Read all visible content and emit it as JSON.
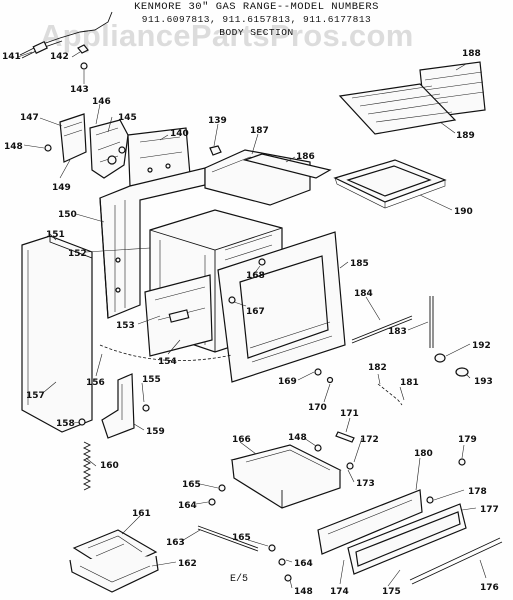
{
  "header": {
    "title": "KENMORE 30\" GAS RANGE--MODEL NUMBERS",
    "models": "911.6097813, 911.6157813, 911.6177813",
    "section": "BODY SECTION"
  },
  "watermark": "AppliancePartsPros.com",
  "footer": "E/5",
  "labels": {
    "p141": "141",
    "p142": "142",
    "p143": "143",
    "p145": "145",
    "p146": "146",
    "p147": "147",
    "p148a": "148",
    "p149": "149",
    "p140": "140",
    "p139": "139",
    "p187": "187",
    "p186": "186",
    "p188": "188",
    "p189": "189",
    "p190": "190",
    "p150": "150",
    "p151": "151",
    "p152": "152",
    "p168": "168",
    "p185": "185",
    "p167": "167",
    "p153": "153",
    "p154": "154",
    "p184": "184",
    "p183": "183",
    "p156": "156",
    "p157": "157",
    "p155": "155",
    "p169": "169",
    "p170": "170",
    "p182": "182",
    "p181": "181",
    "p192": "192",
    "p193": "193",
    "p158": "158",
    "p159": "159",
    "p171": "171",
    "p166": "166",
    "p148b": "148",
    "p172": "172",
    "p179": "179",
    "p160": "160",
    "p173": "173",
    "p180": "180",
    "p165a": "165",
    "p164a": "164",
    "p178": "178",
    "p177": "177",
    "p161": "161",
    "p163": "163",
    "p165b": "165",
    "p162": "162",
    "p164b": "164",
    "p148c": "148",
    "p174": "174",
    "p175": "175",
    "p176": "176"
  }
}
